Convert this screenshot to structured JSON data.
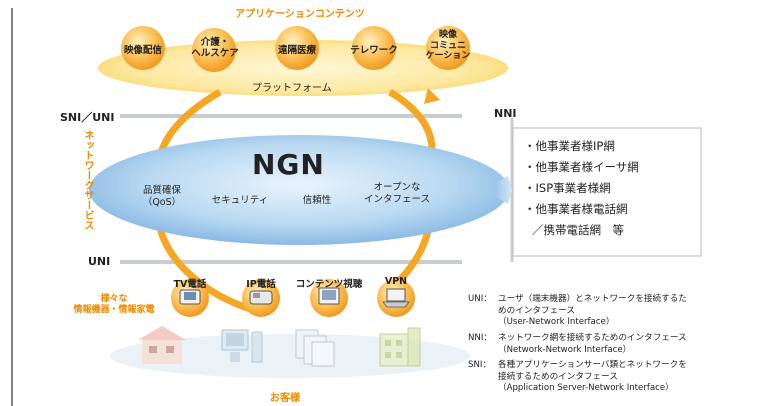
{
  "top": {
    "title": "アプリケーションコンテンツ",
    "items": [
      "映像配信",
      "介護・\nヘルスケア",
      "遠隔医療",
      "テレワーク",
      "映像\nコミュニ\nケーション"
    ],
    "platform": "プラットフォーム"
  },
  "labels": {
    "sni_uni": "SNI／UNI",
    "uni": "UNI",
    "nni": "NNI",
    "network_service": "ネットワークサービス"
  },
  "ngn": {
    "title": "NGN",
    "features": [
      "品質確保\n（QoS）",
      "セキュリティ",
      "信頼性",
      "オープンな\nインタフェース"
    ]
  },
  "nni_list": [
    "・他事業者様IP網",
    "・他事業者様イーサ網",
    "・ISP事業者様網",
    "・他事業者様電話網",
    "／携帯電話網　等"
  ],
  "devices": {
    "caption": "様々な\n情報機器・情報家電",
    "items": [
      "TV電話",
      "IP電話",
      "コンテンツ視聴",
      "VPN"
    ]
  },
  "customer": "お客様",
  "legend": [
    {
      "key": "UNI：",
      "lines": [
        "ユーザ（端末機器）とネットワークを接続するた",
        "めのインタフェース",
        "（User-Network Interface）"
      ]
    },
    {
      "key": "NNI：",
      "lines": [
        "ネットワーク網を接続するためのインタフェース",
        "（Network-Network Interface）"
      ]
    },
    {
      "key": "SNI：",
      "lines": [
        "各種アプリケーションサーバ類とネットワークを",
        "接続するためのインタフェース",
        "（Application Server-Network Interface）"
      ]
    }
  ],
  "colors": {
    "orange": "#f08a00",
    "ngn_blue": "#9ec6ea",
    "platform_yellow": "#fbe27a",
    "item_orange": "#f9b233",
    "line_gray": "#c8cdd2"
  }
}
